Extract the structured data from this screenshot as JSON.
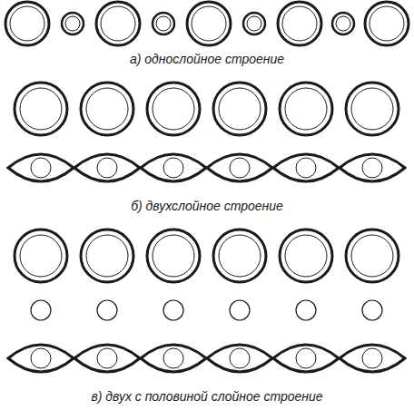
{
  "diagram": {
    "labels": [
      "а) однослойное строение",
      "б) двухслойное строение",
      "в) двух с половиной слойное строение"
    ]
  }
}
